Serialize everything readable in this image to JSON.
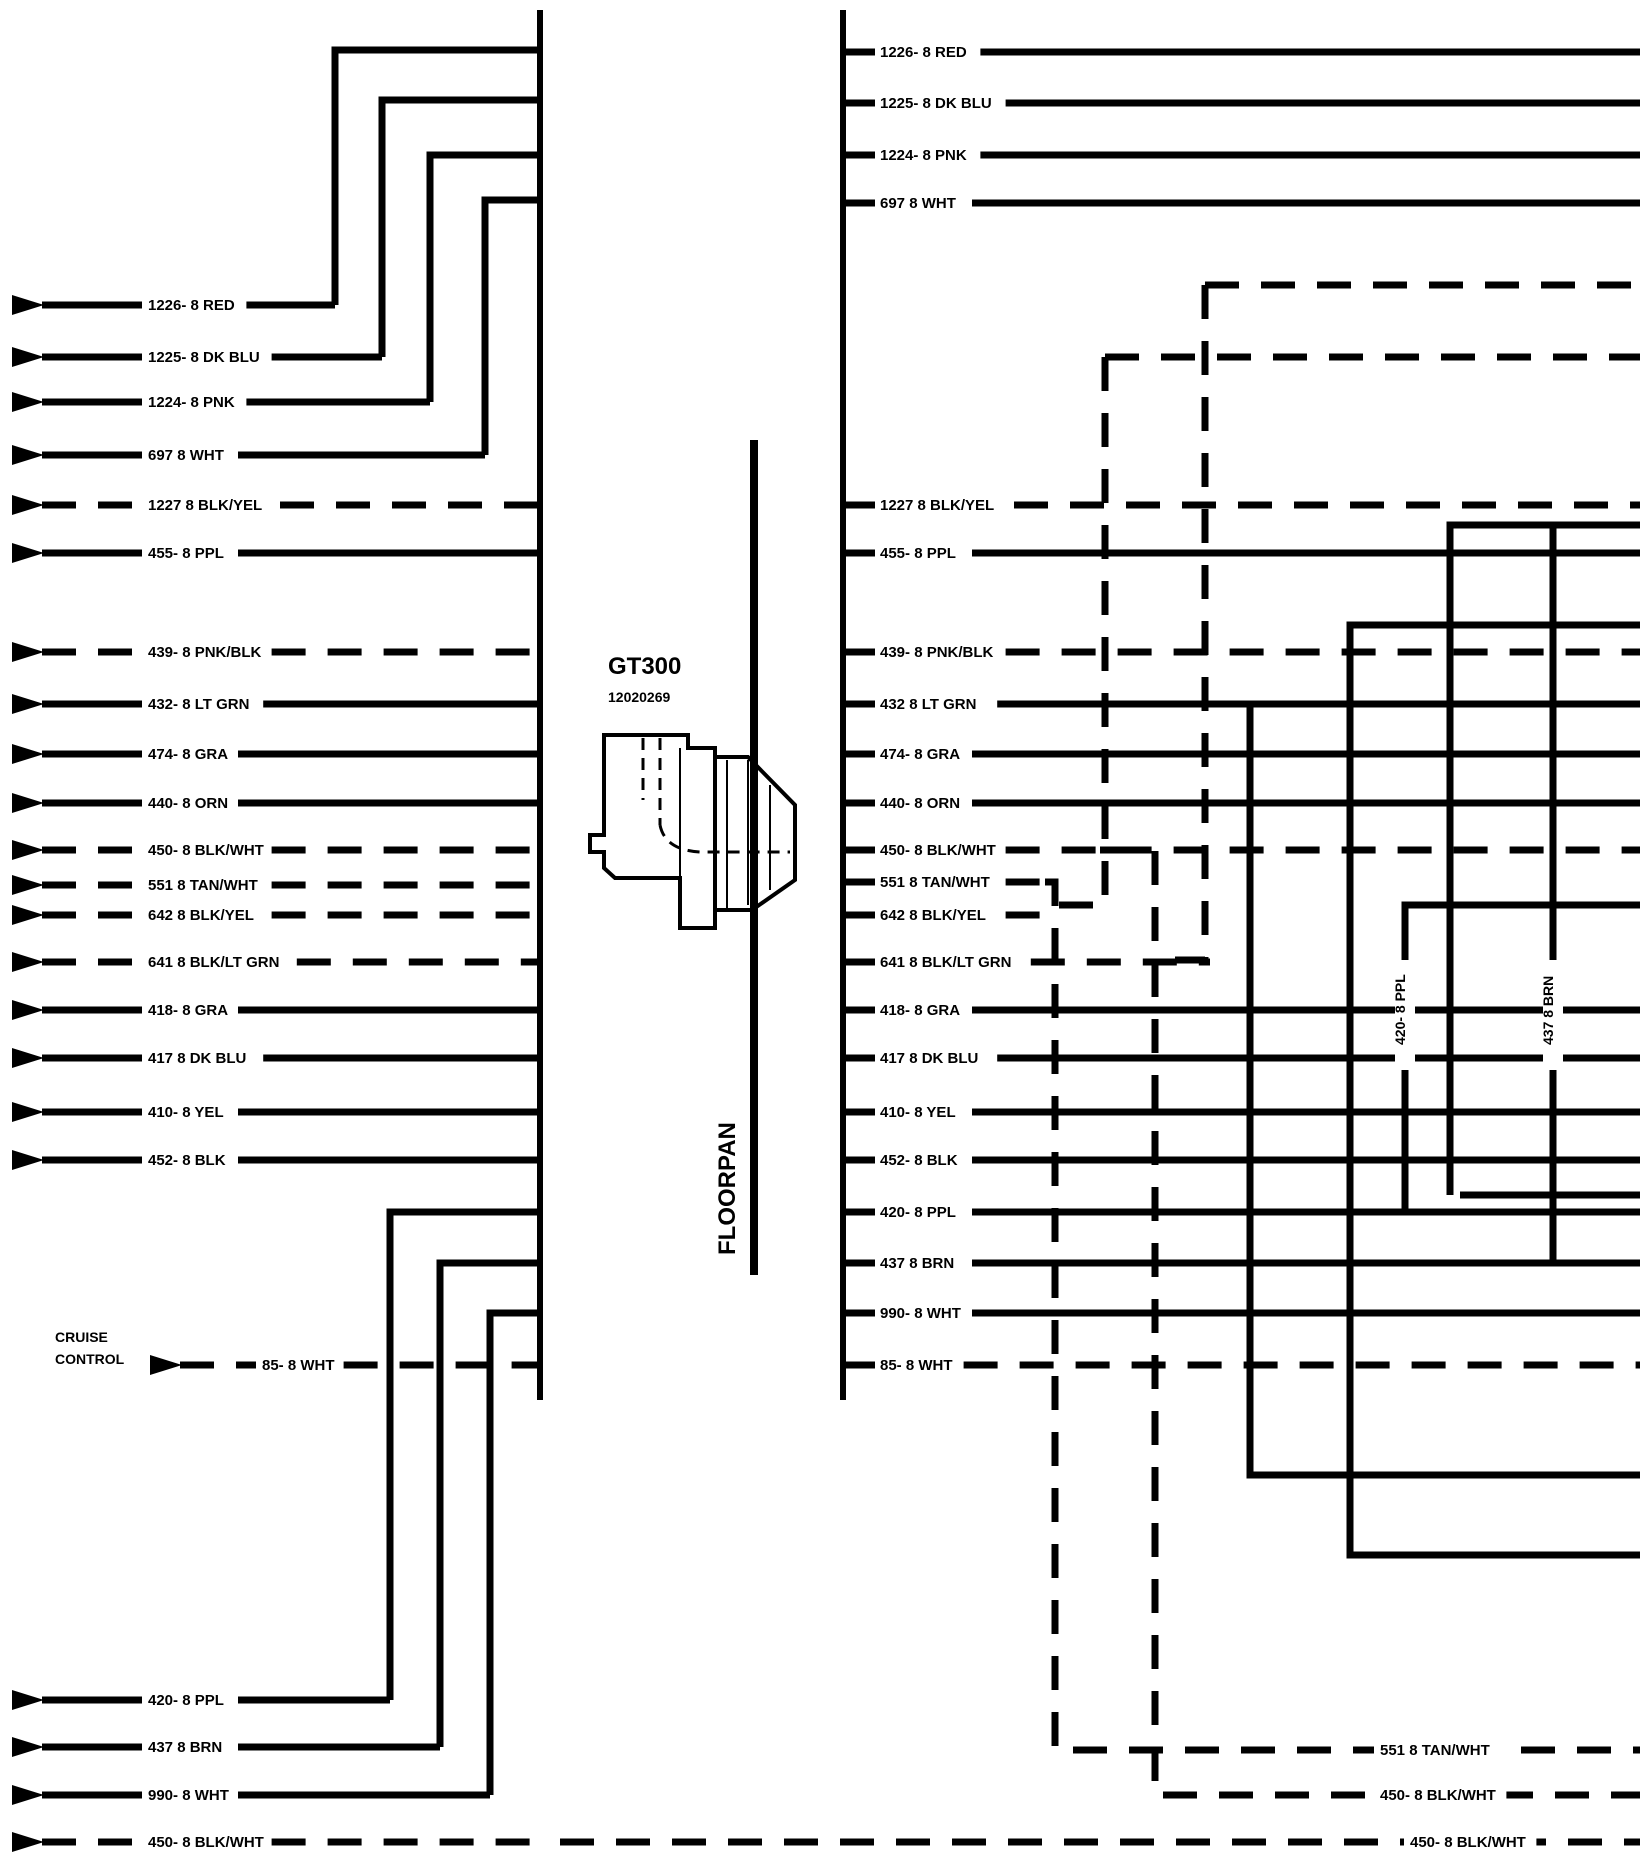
{
  "connector": {
    "name": "GT300",
    "part_number": "12020269"
  },
  "floorpan_label": "FLOORPAN",
  "cruise_label": [
    "CRUISE",
    "CONTROL"
  ],
  "left_wires": [
    {
      "label": "1226- 8 RED",
      "dashed": false
    },
    {
      "label": "1225- 8 DK BLU",
      "dashed": false
    },
    {
      "label": "1224- 8 PNK",
      "dashed": false
    },
    {
      "label": "697  8 WHT",
      "dashed": false
    },
    {
      "label": "1227  8 BLK/YEL",
      "dashed": true
    },
    {
      "label": "455- 8 PPL",
      "dashed": false
    },
    {
      "label": "439- 8 PNK/BLK",
      "dashed": true
    },
    {
      "label": "432- 8 LT GRN",
      "dashed": false
    },
    {
      "label": "474- 8 GRA",
      "dashed": false
    },
    {
      "label": "440- 8 ORN",
      "dashed": false
    },
    {
      "label": "450- 8 BLK/WHT",
      "dashed": true
    },
    {
      "label": "551  8 TAN/WHT",
      "dashed": true
    },
    {
      "label": "642  8 BLK/YEL",
      "dashed": true
    },
    {
      "label": "641  8 BLK/LT GRN",
      "dashed": true
    },
    {
      "label": "418- 8 GRA",
      "dashed": false
    },
    {
      "label": "417  8 DK BLU",
      "dashed": false
    },
    {
      "label": "410- 8 YEL",
      "dashed": false
    },
    {
      "label": "452- 8 BLK",
      "dashed": false
    },
    {
      "label": "85- 8 WHT",
      "dashed": true
    },
    {
      "label": "420- 8 PPL",
      "dashed": false
    },
    {
      "label": "437  8 BRN",
      "dashed": false
    },
    {
      "label": "990- 8 WHT",
      "dashed": false
    },
    {
      "label": "450- 8 BLK/WHT",
      "dashed": true
    }
  ],
  "right_wires": [
    {
      "label": "1226- 8 RED",
      "dashed": false
    },
    {
      "label": "1225- 8 DK BLU",
      "dashed": false
    },
    {
      "label": "1224- 8 PNK",
      "dashed": false
    },
    {
      "label": "697  8 WHT",
      "dashed": false
    },
    {
      "label": "1227  8 BLK/YEL",
      "dashed": true
    },
    {
      "label": "455- 8 PPL",
      "dashed": false
    },
    {
      "label": "439- 8 PNK/BLK",
      "dashed": true
    },
    {
      "label": "432  8 LT GRN",
      "dashed": false
    },
    {
      "label": "474- 8 GRA",
      "dashed": false
    },
    {
      "label": "440- 8 ORN",
      "dashed": false
    },
    {
      "label": "450- 8 BLK/WHT",
      "dashed": true
    },
    {
      "label": "551  8 TAN/WHT",
      "dashed": true
    },
    {
      "label": "642  8 BLK/YEL",
      "dashed": true
    },
    {
      "label": "641  8 BLK/LT GRN",
      "dashed": true
    },
    {
      "label": "418- 8 GRA",
      "dashed": false
    },
    {
      "label": "417  8 DK BLU",
      "dashed": false
    },
    {
      "label": "410- 8 YEL",
      "dashed": false
    },
    {
      "label": "452- 8 BLK",
      "dashed": false
    },
    {
      "label": "420- 8 PPL",
      "dashed": false
    },
    {
      "label": "437  8 BRN",
      "dashed": false
    },
    {
      "label": "990- 8 WHT",
      "dashed": false
    },
    {
      "label": "85- 8 WHT",
      "dashed": true
    }
  ],
  "bottom_right_labels": [
    "551  8 TAN/WHT",
    "450- 8 BLK/WHT",
    "450- 8 BLK/WHT"
  ],
  "vertical_labels": [
    "420- 8 PPL",
    "437  8 BRN"
  ],
  "colors": {
    "ink": "#000000",
    "paper": "#ffffff"
  }
}
